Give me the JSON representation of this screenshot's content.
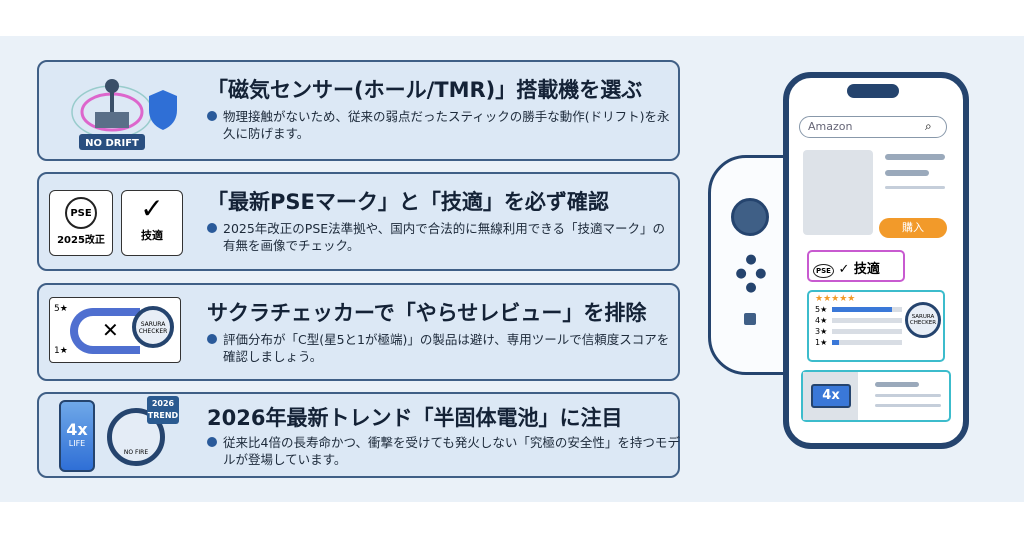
{
  "cards": [
    {
      "title": "「磁気センサー(ホール/TMR)」搭載機を選ぶ",
      "desc": "物理接触がないため、従来の弱点だったスティックの勝手な動作(ドリフト)を永久に防げます。",
      "badge": "NO DRIFT",
      "icon": "joystick-shield-icon"
    },
    {
      "title": "「最新PSEマーク」と「技適」を必ず確認",
      "desc": "2025年改正のPSE法準拠や、国内で合法的に無線利用できる「技適マーク」の有無を画像でチェック。",
      "pse_label": "PSE",
      "pse_caption": "2025改正",
      "giteki_caption": "技適",
      "icon": "pse-giteki-icon"
    },
    {
      "title": "サクラチェッカーで「やらせレビュー」を排除",
      "desc": "評価分布が「C型(星5と1が極端)」の製品は避け、専用ツールで信頼度スコアを確認しましょう。",
      "star_high": "5★",
      "star_low": "1★",
      "checker": "SARURA CHECKER",
      "icon": "magnifier-icon"
    },
    {
      "title": "2026年最新トレンド「半固体電池」に注目",
      "desc": "従来比4倍の長寿命かつ、衝撃を受けても発火しない「究極の安全性」を持つモデルが登場しています。",
      "battery": "4x",
      "battery_sub": "LIFE",
      "trend": "2026 TREND",
      "no_fire": "NO FIRE",
      "icon": "battery-icon"
    }
  ],
  "phone": {
    "search": "Amazon",
    "buy": "購入",
    "giteki": "技適",
    "pse": "PSE",
    "ratings": [
      "5★",
      "4★",
      "3★",
      "1★"
    ],
    "rating_fill": [
      0.85,
      0.0,
      0.0,
      0.1
    ],
    "checker": "SARURA CHECKER",
    "battery": "4x"
  },
  "colors": {
    "border": "#3f5f86",
    "card": "#dce8f5",
    "buy": "#f29a2a",
    "accent": "#2f6fd6"
  }
}
